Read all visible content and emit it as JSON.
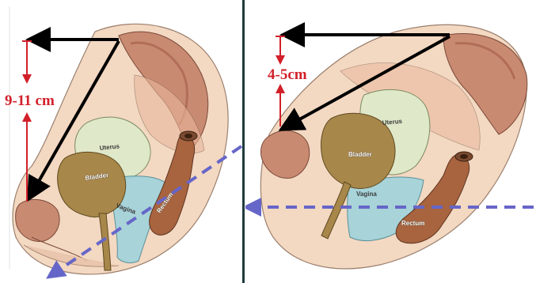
{
  "panels": [
    {
      "measurement": "9-11 cm",
      "labels": {
        "uterus": "Uterus",
        "bladder": "Bladder",
        "vagina": "Vagina",
        "rectum": "Rectum"
      }
    },
    {
      "measurement": "4-5cm",
      "labels": {
        "uterus": "Uterus",
        "bladder": "Bladder",
        "vagina": "Vagina",
        "rectum": "Rectum"
      }
    }
  ],
  "colors": {
    "pelvis_skin": "#f2d2b8",
    "bone": "#c98a72",
    "bone_dark": "#a8614c",
    "uterus": "#dfe8c8",
    "bladder": "#a8874a",
    "vagina": "#9fd3dc",
    "rectum": "#a8643f",
    "triangle_line": "#000000",
    "measure_arrow": "#d2202a",
    "axis_arrow": "#6666c8",
    "divider": "#1f3b3a"
  }
}
